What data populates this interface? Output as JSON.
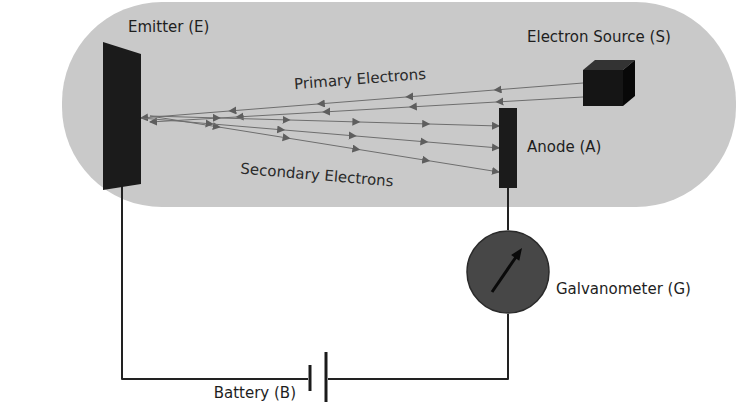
{
  "diagram": {
    "nodes": [
      {
        "text": [
          "Emitter (E)"
        ]
      },
      {
        "text": [
          "Electron Source (S)"
        ]
      },
      {
        "text": [
          "Anode (A)"
        ]
      },
      {
        "text": [
          "Galvanometer (G)"
        ]
      },
      {
        "text": [
          "Battery (B)"
        ]
      }
    ],
    "edges": [
      {
        "from": 1,
        "to": 0,
        "arrow": "to",
        "label": "Primary Electrons"
      },
      {
        "from": 0,
        "to": 2,
        "arrow": "to",
        "label": "Secondary Electrons"
      },
      {
        "from": 2,
        "to": 3,
        "arrow": "none"
      },
      {
        "from": 0,
        "to": 4,
        "arrow": "none"
      },
      {
        "from": 4,
        "to": 3,
        "arrow": "none"
      }
    ]
  }
}
